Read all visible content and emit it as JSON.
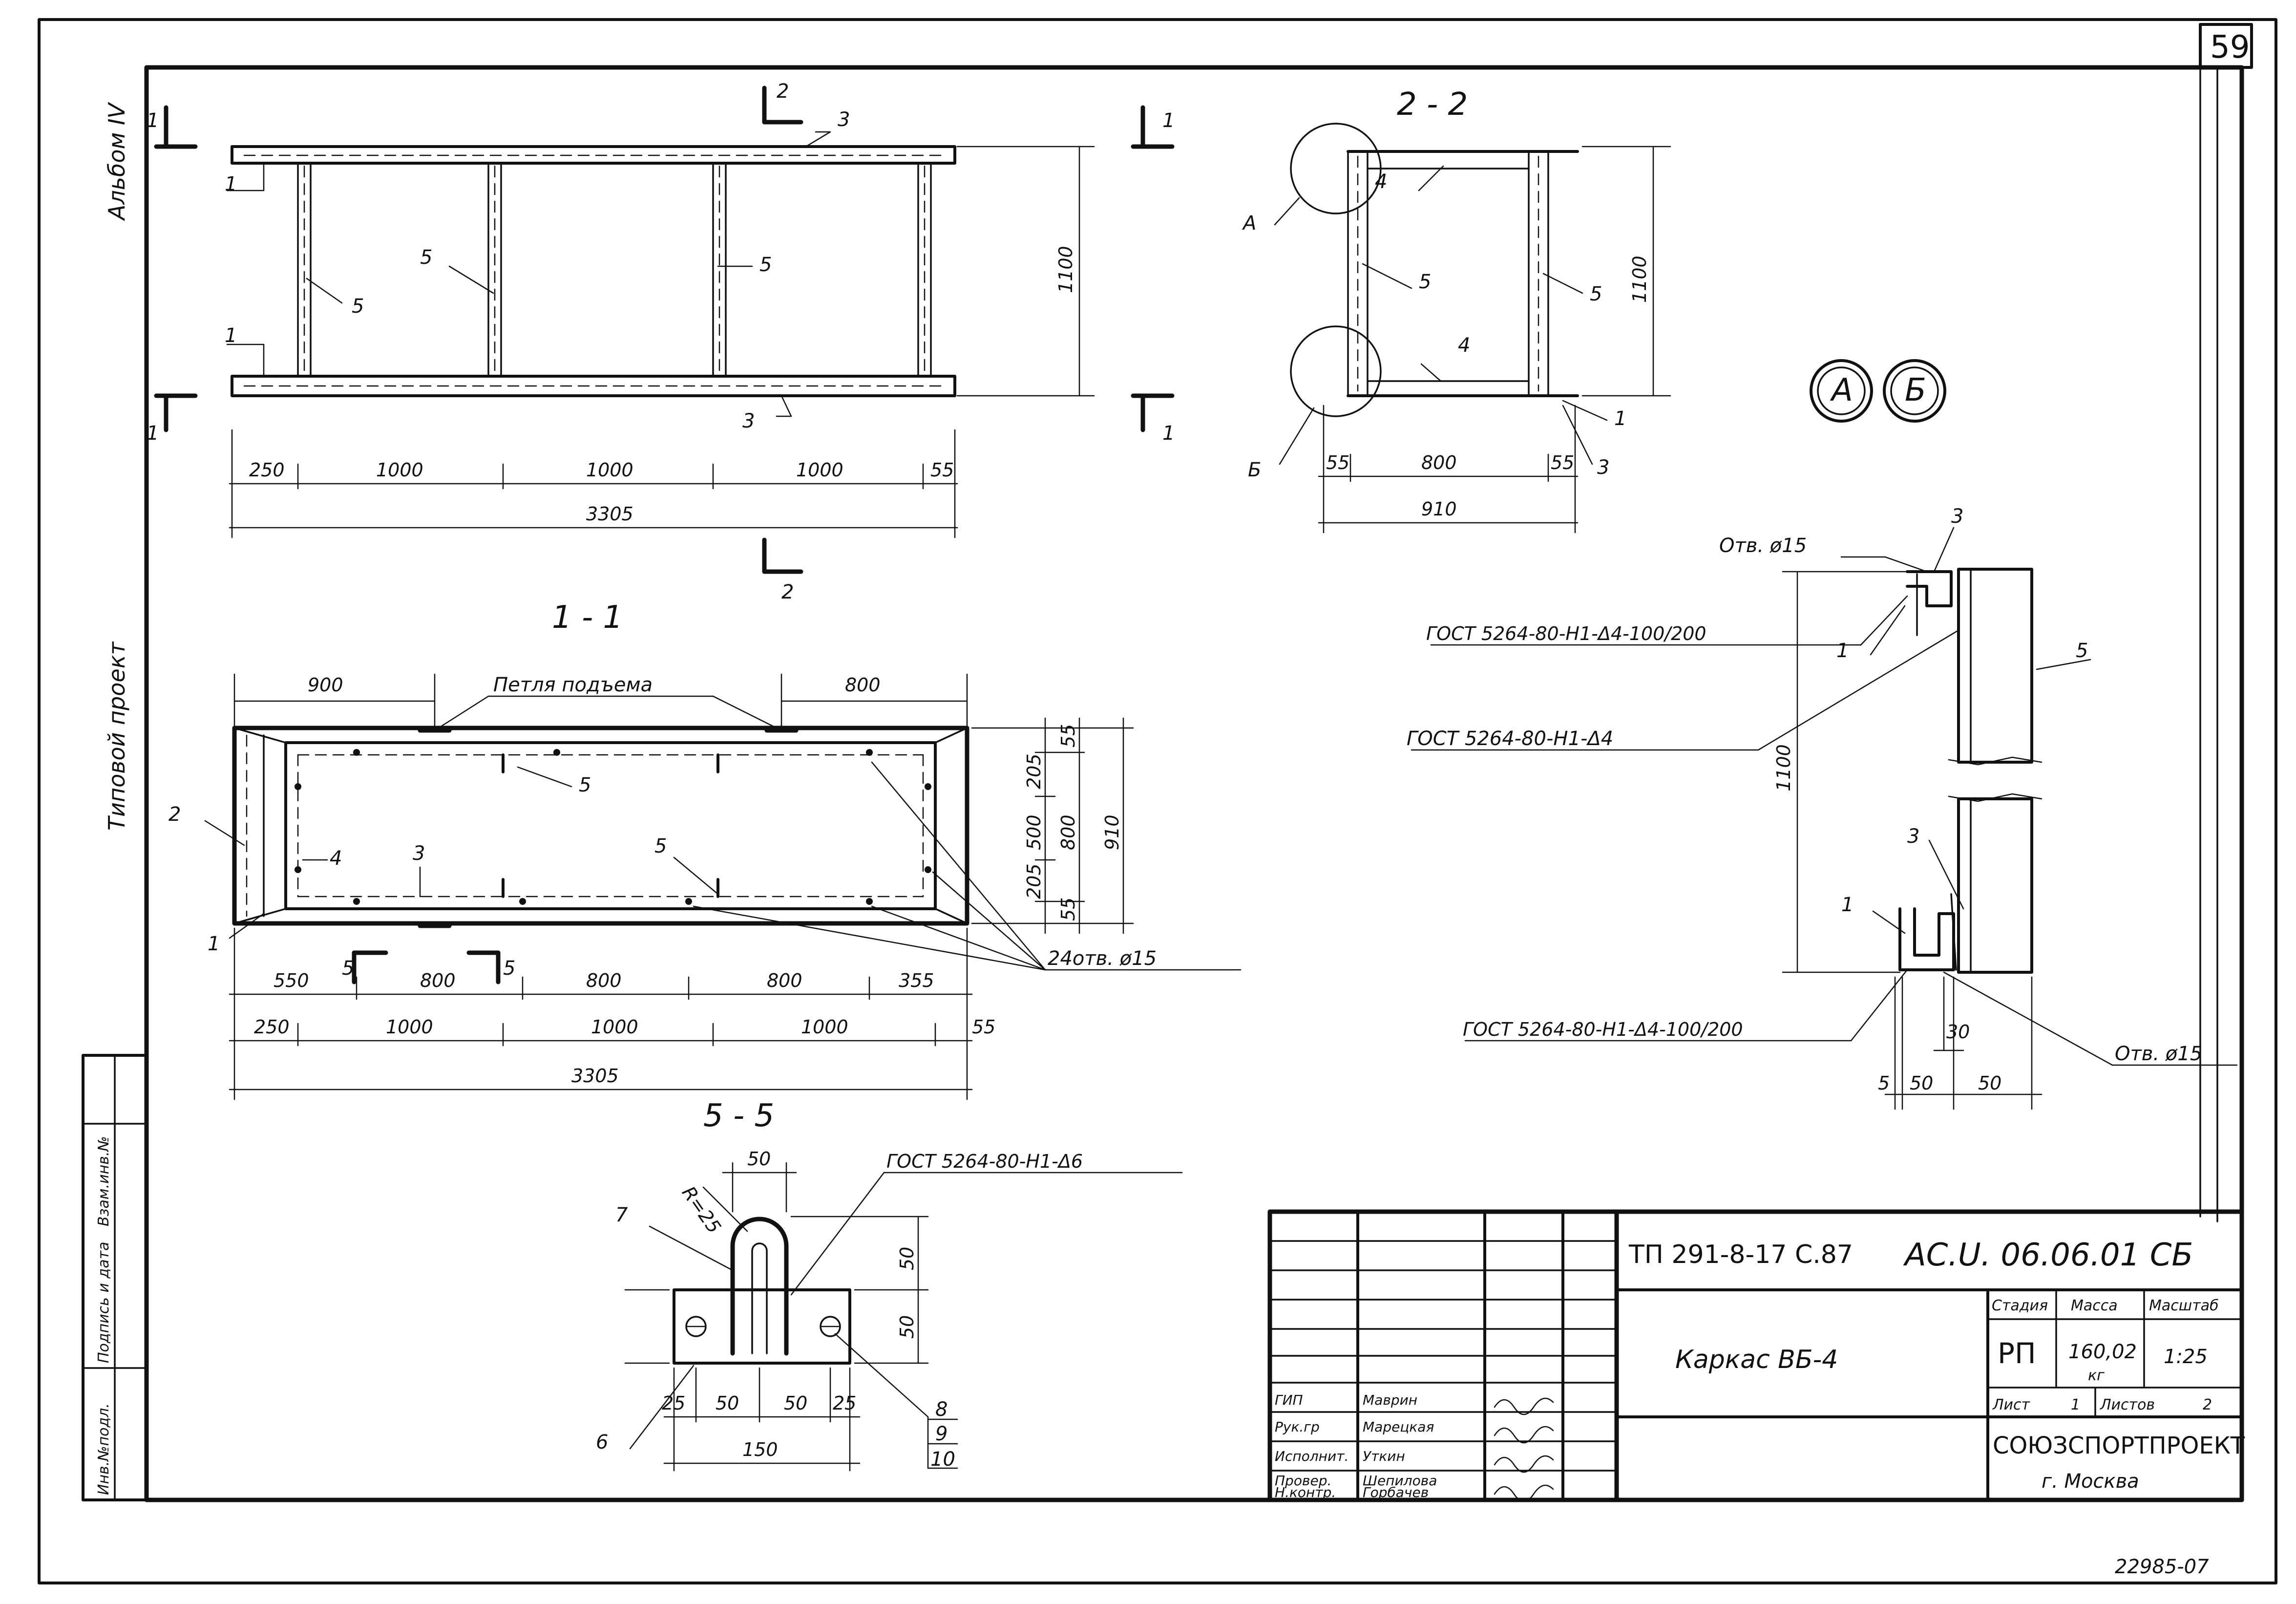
{
  "sheet": {
    "page_number": "59",
    "album": "Альбом IV",
    "project_type": "Типовой проект",
    "archive_number": "22985-07"
  },
  "left_stamp": {
    "field_1": "Инв.№подл.",
    "field_2": "Подпись и дата",
    "field_3": "Взам.инв.№"
  },
  "plan_view": {
    "section_marks": {
      "s1": "1",
      "s2": "2"
    },
    "labels": {
      "p1": "1",
      "p3": "3",
      "p5": "5"
    },
    "height_dim": "1100",
    "dims_row": [
      "250",
      "1000",
      "1000",
      "1000",
      "55"
    ],
    "total_dim": "3305"
  },
  "section_2_2": {
    "title": "2 - 2",
    "node_a": "А",
    "node_b": "Б",
    "labels": {
      "p1": "1",
      "p3": "3",
      "p4": "4",
      "p5": "5"
    },
    "height_dim": "1100",
    "dims_row": [
      "55",
      "800",
      "55"
    ],
    "total_dim": "910"
  },
  "nodes_legend": {
    "a": "А",
    "b": "Б"
  },
  "section_1_1": {
    "title": "1 - 1",
    "loop_label": "Петля подъема",
    "top_dims": [
      "900",
      "800"
    ],
    "right_dims": [
      "55",
      "205",
      "500",
      "205",
      "55"
    ],
    "right_dims_mid": "800",
    "right_dims_total": "910",
    "labels": {
      "p1": "1",
      "p2": "2",
      "p3": "3",
      "p4": "4",
      "p5": "5"
    },
    "holes": "24отв. ø15",
    "bottom_dims_1": [
      "550",
      "800",
      "800",
      "800",
      "355"
    ],
    "bottom_dims_2": [
      "250",
      "1000",
      "1000",
      "1000",
      "55"
    ],
    "total_dim": "3305",
    "section_mark": "5"
  },
  "node_detail": {
    "hole_top": "Отв. ø15",
    "hole_bottom": "Отв. ø15",
    "gost_1": "ГОСТ 5264-80-Н1-Δ4-100/200",
    "gost_2": "ГОСТ 5264-80-Н1-Δ4",
    "gost_3": "ГОСТ 5264-80-Н1-Δ4-100/200",
    "labels": {
      "p1": "1",
      "p3": "3",
      "p5": "5"
    },
    "height_dim": "1100",
    "bottom_dims": [
      "5",
      "50",
      "50"
    ],
    "small_dim": "30"
  },
  "section_5_5": {
    "title": "5 - 5",
    "gost": "ГОСТ 5264-80-Н1-Δ6",
    "radius": "R=25",
    "top_dim": "50",
    "right_dims": [
      "50",
      "50"
    ],
    "bottom_dims": [
      "25",
      "50",
      "50",
      "25"
    ],
    "total_dim": "150",
    "labels": {
      "p6": "6",
      "p7": "7",
      "p8": "8",
      "p9": "9",
      "p10": "10"
    }
  },
  "title_block": {
    "doc_code": "ТП 291-8-17 С.87",
    "designation": "АС.U. 06.06.01 СБ",
    "name": "Каркас ВБ-4",
    "col_stage": "Стадия",
    "col_mass": "Масса",
    "col_scale": "Масштаб",
    "stage": "РП",
    "mass": "160,02",
    "mass_unit": "кг",
    "scale": "1:25",
    "sheet_label": "Лист",
    "sheet": "1",
    "sheets_label": "Листов",
    "sheets": "2",
    "org": "СОЮЗСПОРТПРОЕКТ",
    "city": "г. Москва",
    "roles": [
      "ГИП",
      "Рук.гр",
      "Исполнит.",
      "Провер.",
      "Н.контр."
    ],
    "names": [
      "Маврин",
      "Марецкая",
      "Уткин",
      "Шепилова",
      "Горбачев"
    ]
  }
}
